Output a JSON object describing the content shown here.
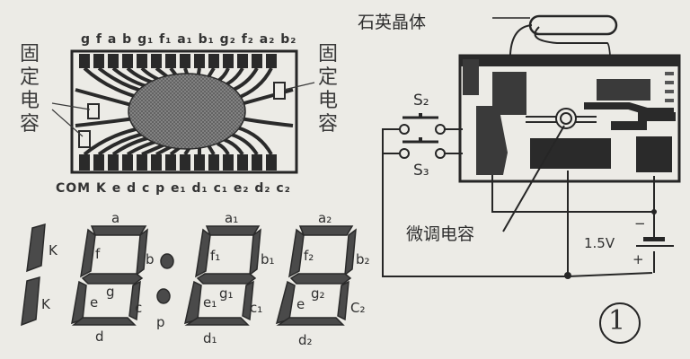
{
  "figure": {
    "number_marker": "①",
    "background_color": "#ecebe6",
    "ink_color": "#2b2b2b"
  },
  "lcd_module": {
    "top_pins": "g f a b g₁ f₁ a₁ b₁ g₂ f₂ a₂ b₂",
    "top_pin_list": [
      "g",
      "f",
      "a",
      "b",
      "g₁",
      "f₁",
      "a₁",
      "b₁",
      "g₂",
      "f₂",
      "a₂",
      "b₂"
    ],
    "bottom_pins": "COM K e d c p e₁ d₁ c₁ e₂ d₂ c₂",
    "bottom_pin_list": [
      "COM",
      "K",
      "e",
      "d",
      "c",
      "p",
      "e₁",
      "d₁",
      "c₁",
      "e₂",
      "d₂",
      "c₂"
    ],
    "left_label": [
      "固",
      "定",
      "电",
      "容"
    ],
    "right_label": [
      "固",
      "定",
      "电",
      "容"
    ],
    "left_label_text": "固定电容",
    "right_label_text": "固定电容"
  },
  "display": {
    "digit0": {
      "k_top": "K",
      "k_bottom": "K"
    },
    "digit1": {
      "a": "a",
      "b": "b",
      "c": "c",
      "d": "d",
      "e": "e",
      "f": "f",
      "g": "g"
    },
    "colon": {
      "p": "p"
    },
    "digit2": {
      "a": "a₁",
      "b": "b₁",
      "c": "c₁",
      "d": "d₁",
      "e": "e₁",
      "f": "f₁",
      "g": "g₁"
    },
    "digit3": {
      "a": "a₂",
      "b": "b₂",
      "c": "C₂",
      "d": "d₂",
      "e": "e",
      "f": "f₂",
      "g": "g₂"
    }
  },
  "circuit": {
    "crystal_label": "石英晶体",
    "trimmer_label": "微调电容",
    "switch_s2": "S₂",
    "switch_s3": "S₃",
    "battery_voltage": "1.5V",
    "battery_minus": "−",
    "battery_plus": "+"
  }
}
